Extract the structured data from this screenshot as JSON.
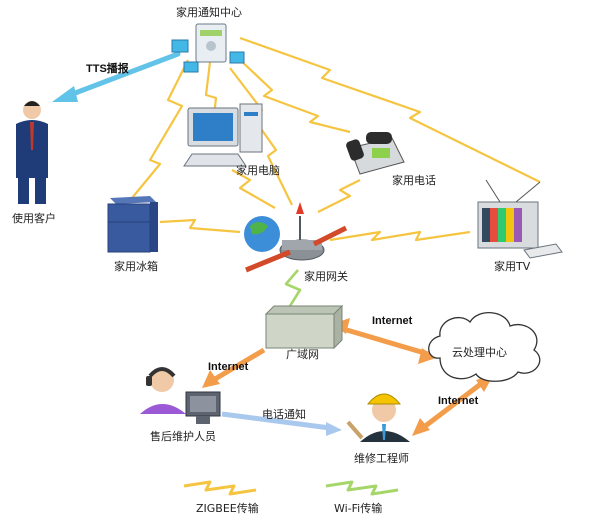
{
  "labels": {
    "notify_center": "家用通知中心",
    "tts": "TTS播报",
    "customer": "使用客户",
    "pc": "家用电脑",
    "phone": "家用电话",
    "fridge": "家用冰箱",
    "gateway": "家用网关",
    "tv": "家用TV",
    "wan": "广域网",
    "cloud": "云处理中心",
    "internet1": "Internet",
    "internet2": "Internet",
    "internet3": "Internet",
    "support": "售后维护人员",
    "call_notice": "电话通知",
    "engineer": "维修工程师"
  },
  "legend": {
    "zigbee": "ZIGBEE传输",
    "wifi": "Wi-Fi传输"
  },
  "colors": {
    "zigbee": "#f5c542",
    "wifi": "#a6d66a",
    "internet": "#f39c4a",
    "tts": "#62c3e8",
    "call": "#a9c8ee"
  }
}
